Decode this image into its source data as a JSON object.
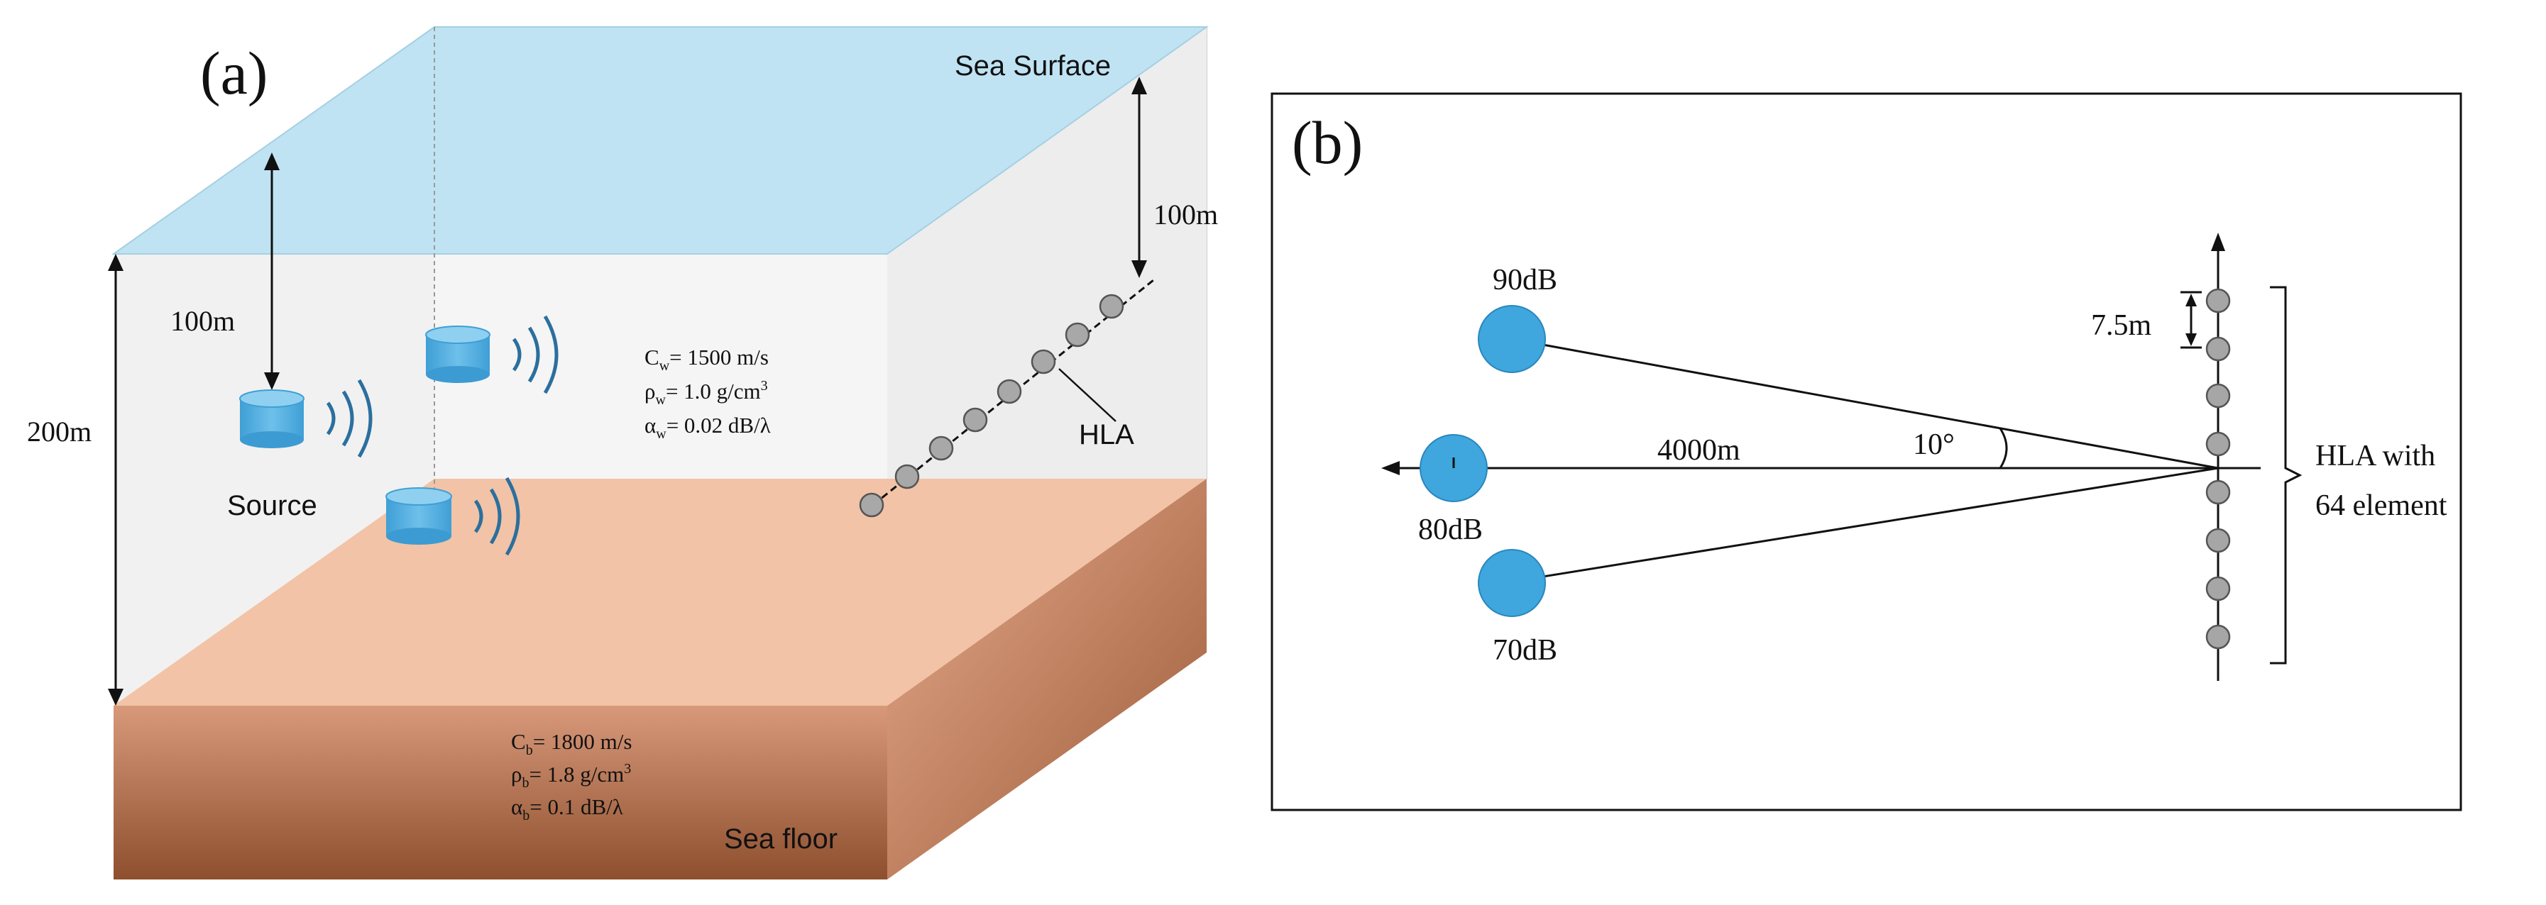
{
  "panel_a": {
    "label": "(a)",
    "sea_surface": "Sea Surface",
    "sea_floor": "Sea  floor",
    "depth_total": "200m",
    "depth_source": "100m",
    "depth_hla": "100m",
    "source_label": "Source",
    "hla_label": "HLA",
    "water_params": {
      "cw_sym": "C",
      "cw_sub": "w",
      "cw_val": "= 1500 m/s",
      "rhow_sym": "ρ",
      "rhow_sub": "w",
      "rhow_val": "= 1.0 g/cm",
      "rhow_sup": "3",
      "alphaw_sym": "α",
      "alphaw_sub": "w",
      "alphaw_val": "= 0.02 dB/λ"
    },
    "bottom_params": {
      "cb_sym": "C",
      "cb_sub": "b",
      "cb_val": "= 1800 m/s",
      "rhob_sym": "ρ",
      "rhob_sub": "b",
      "rhob_val": "= 1.8 g/cm",
      "rhob_sup": "3",
      "alphab_sym": "α",
      "alphab_sub": "b",
      "alphab_val": "= 0.1 dB/λ"
    },
    "colors": {
      "surface": "#bfe3f3",
      "water": "#f4f4f4",
      "seabed_top": "#f2c2a5",
      "seabed_front_top": "#c98a66",
      "seabed_front_bottom": "#8a4a2a",
      "source": "#4aa8dc",
      "wave": "#2b6f9e",
      "hla_element": "#a8a8a8"
    }
  },
  "panel_b": {
    "label": "(b)",
    "source_top_level": "90dB",
    "source_mid_level": "80dB",
    "source_bottom_level": "70dB",
    "range": "4000m",
    "angle": "10°",
    "spacing": "7.5m",
    "hla_line1": "HLA with",
    "hla_line2": "64 element",
    "colors": {
      "source": "#3fa7dd",
      "element": "#a6a6a6"
    }
  }
}
